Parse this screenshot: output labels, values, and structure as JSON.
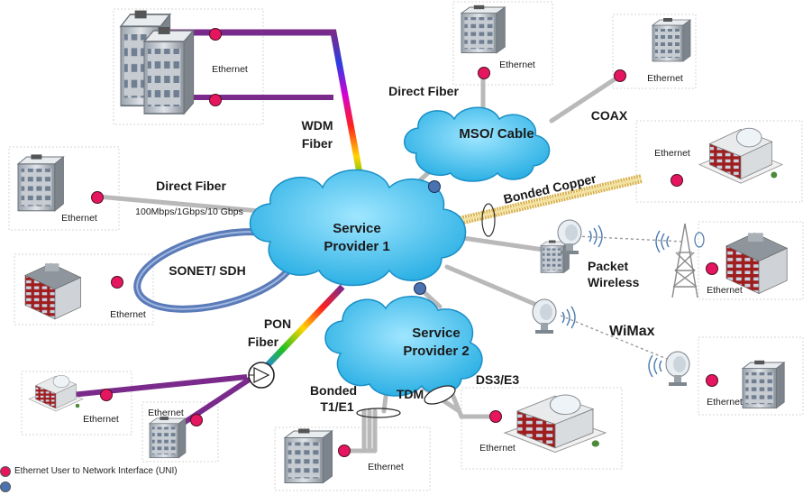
{
  "colors": {
    "uni_dot": "#e6155f",
    "nni_dot": "#4a72b0",
    "cloud": "#3dc4f0",
    "ring": "#5a7bb8",
    "gray_link": "#b9b9b9",
    "purple_link": "#7a2a8a",
    "copper": "#d9b24a"
  },
  "clouds": {
    "sp1": {
      "line1": "Service",
      "line2": "Provider 1"
    },
    "sp2": {
      "line1": "Service",
      "line2": "Provider 2"
    },
    "mso": {
      "label": "MSO/ Cable"
    }
  },
  "links": {
    "wdm": {
      "line1": "WDM",
      "line2": "Fiber"
    },
    "direct_fiber_left": "Direct Fiber",
    "direct_fiber_left_speed": "100Mbps/1Gbps/10 Gbps",
    "direct_fiber_mso": "Direct Fiber",
    "coax": "COAX",
    "bonded_copper": "Bonded Copper",
    "sonet": "SONET/ SDH",
    "packet_wireless": {
      "line1": "Packet",
      "line2": "Wireless"
    },
    "wimax": "WiMax",
    "pon": {
      "line1": "PON",
      "line2": "Fiber"
    },
    "bonded_t1": {
      "line1": "Bonded",
      "line2": "T1/E1"
    },
    "tdm": "TDM",
    "ds3": "DS3/E3"
  },
  "ethernet": "Ethernet",
  "legend": {
    "uni": "Ethernet User to Network Interface (UNI)",
    "nni": ""
  },
  "icons": [
    "office-tower-icon",
    "office-building-icon",
    "data-center-icon",
    "satellite-dish-icon",
    "cell-tower-icon",
    "pon-splitter-icon"
  ]
}
